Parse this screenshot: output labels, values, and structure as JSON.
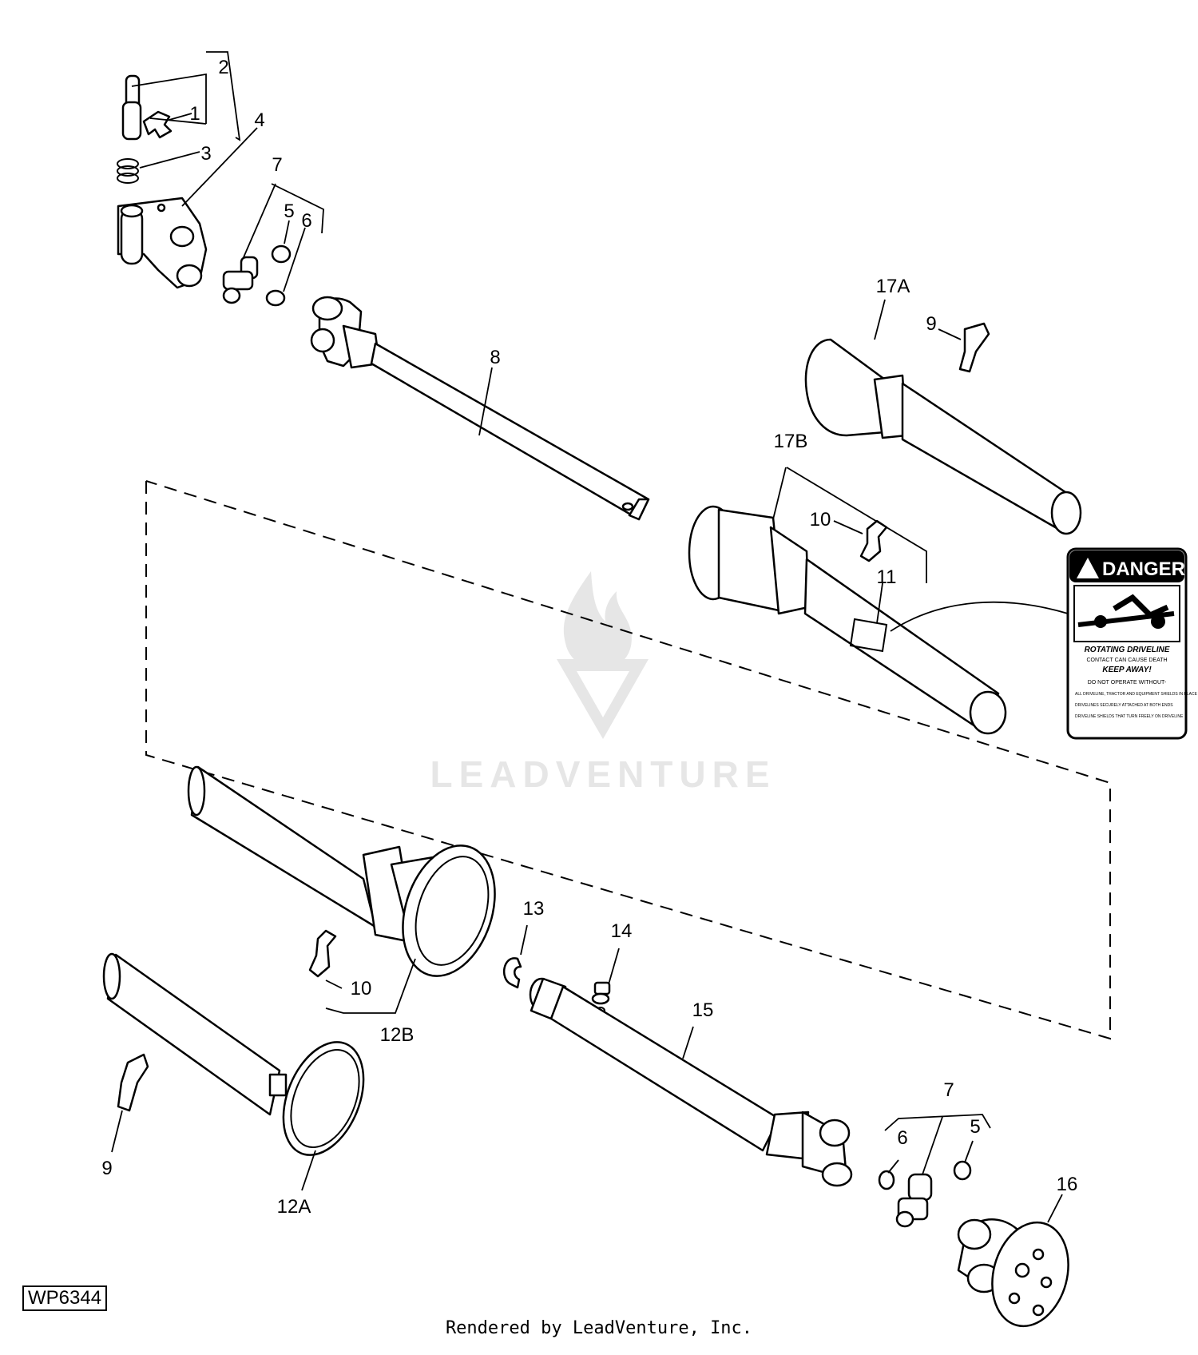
{
  "diagram": {
    "code": "WP6344",
    "credit": "Rendered by LeadVenture, Inc.",
    "watermark": "LEADVENTURE",
    "callouts": [
      "1",
      "2",
      "3",
      "4",
      "5",
      "6",
      "7",
      "8",
      "9",
      "10",
      "11",
      "12A",
      "12B",
      "13",
      "14",
      "15",
      "16",
      "17A",
      "17B"
    ]
  },
  "decal": {
    "header": "DANGER",
    "title": "ROTATING DRIVELINE",
    "line2": "CONTACT CAN CAUSE DEATH",
    "line3": "KEEP AWAY!",
    "line4": "DO NOT OPERATE WITHOUT-",
    "bullets": [
      "ALL DRIVELINE, TRACTOR AND EQUIPMENT SHIELDS IN PLACE",
      "DRIVELINES SECURELY ATTACHED AT BOTH ENDS",
      "DRIVELINE SHIELDS THAT TURN FREELY ON DRIVELINE"
    ]
  }
}
